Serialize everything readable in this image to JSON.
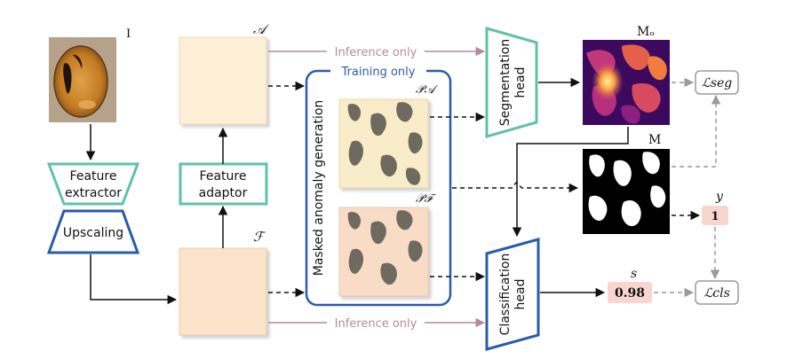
{
  "labels": {
    "input_image": "I",
    "feature_extractor_line1": "Feature",
    "feature_extractor_line2": "extractor",
    "upscaling": "Upscaling",
    "feature_adaptor_line1": "Feature",
    "feature_adaptor_line2": "adaptor",
    "adapted_features": "𝒜",
    "features": "ℱ",
    "training_only": "Training only",
    "masked_anomaly_generation": "Masked anomaly generation",
    "pseudo_anomaly_adapted": "𝒫𝒜",
    "pseudo_anomaly_features": "𝒫ℱ",
    "inference_only_top": "Inference only",
    "inference_only_bottom": "Inference only",
    "segmentation_head_line1": "Segmentation",
    "segmentation_head_line2": "head",
    "classification_head_line1": "Classification",
    "classification_head_line2": "head",
    "output_map": "Mₒ",
    "gt_mask": "M",
    "label_y": "y",
    "label_y_value": "1",
    "score_s": "s",
    "score_value": "0.98",
    "loss_seg": "ℒseg",
    "loss_cls": "ℒcls"
  },
  "colors": {
    "teal": "#5fc3a0",
    "blue": "#2b5ca8",
    "mauve": "#b48a9a",
    "feature_block": "#fbe3c9",
    "adapted_block": "#fcefd6",
    "pink_badge": "#f9d5d0",
    "gray_arrow": "#9a9a9a"
  }
}
